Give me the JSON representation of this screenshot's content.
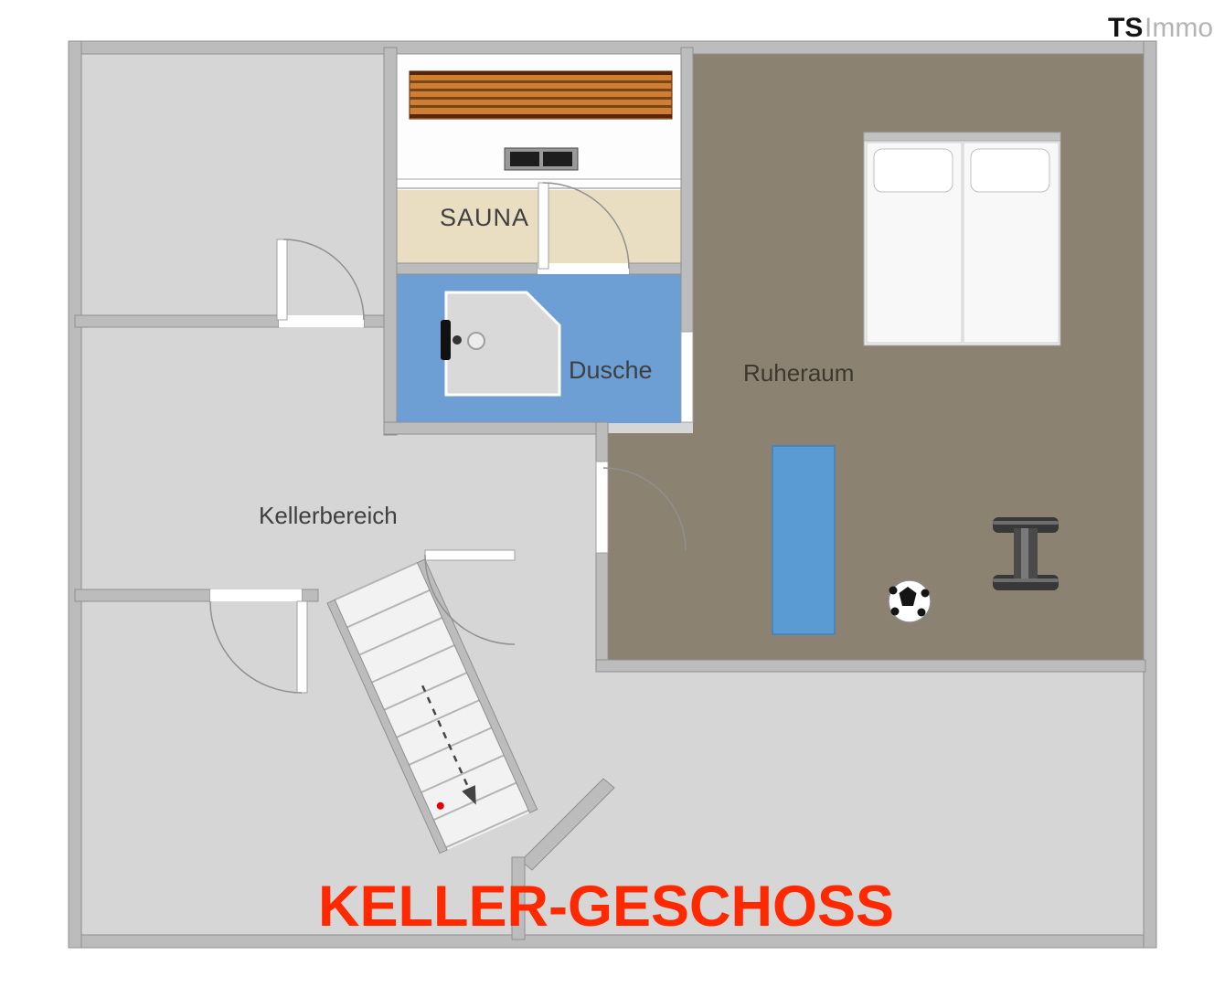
{
  "logo": {
    "bold": "TS",
    "light": "Immo"
  },
  "title": {
    "text": "KELLER-GESCHOSS"
  },
  "rooms": {
    "sauna": "SAUNA",
    "dusche": "Dusche",
    "ruheraum": "Ruheraum",
    "kellerbereich": "Kellerbereich"
  },
  "colors": {
    "wall": "#bcbcbc",
    "floor": "#d6d6d6",
    "ruheraum_floor": "#8c8271",
    "dusche_floor": "#6d9fd4",
    "sauna_white": "#fdfdfd",
    "sauna_beige": "#e9ddc2",
    "wood": "#cd7f35",
    "mat_blue": "#5b9bd3",
    "title_red": "#ff2900",
    "label": "#3f3f3f"
  }
}
